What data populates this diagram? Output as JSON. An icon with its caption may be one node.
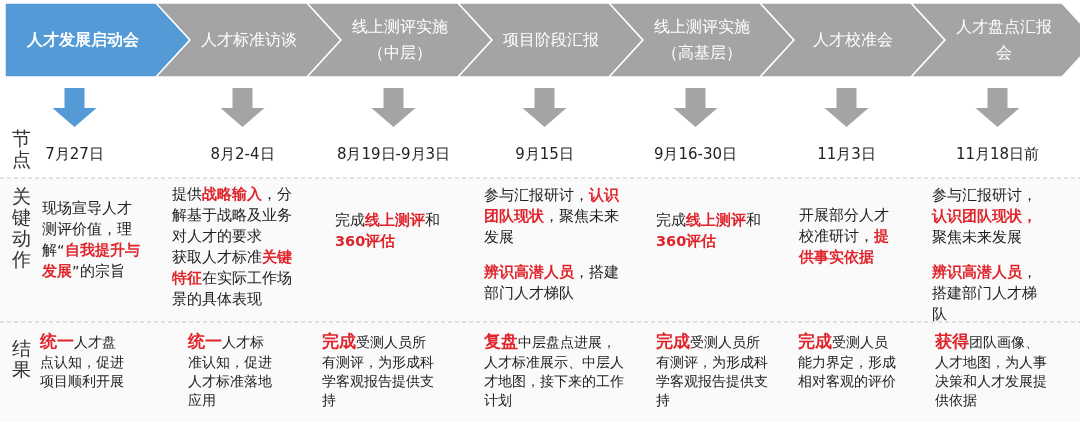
{
  "diagram": {
    "nodes": [
      {
        "text": [
          "人才发展启动会"
        ]
      },
      {
        "text": [
          "人才标准访谈"
        ]
      },
      {
        "text": [
          "线上测评实施（中层）"
        ]
      },
      {
        "text": [
          "项目阶段汇报"
        ]
      },
      {
        "text": [
          "线上测评实施（高基层）"
        ]
      },
      {
        "text": [
          "人才校准会"
        ]
      },
      {
        "text": [
          "人才盘点汇报会"
        ]
      }
    ],
    "labels": [
      "节点",
      "7月27日",
      "8月2-4日",
      "8月19日-9月3日",
      "9月15日",
      "9月16-30日",
      "11月3日",
      "11月18日前",
      "关键动作",
      "现场宣导人才测评价值，理解“**自我提升与发展**”的宗旨",
      "提供**战略输入**，分解基于战略及业务对人才的要求",
      "获取人才标准**关键特征**在实际工作场景的具体表现",
      "完成**线上测评**和**360评估**",
      "参与汇报研讨，**认识团队现状**，聚焦未来发展",
      "**辨识高潜人员**，搭建部门人才梯队",
      "完成**线上测评**和**360评估**",
      "开展部分人才校准研讨，**提供事实依据**",
      "参与汇报研讨，**认识团队现状，**聚焦未来发展",
      "**辨识高潜人员**，搭建部门人才梯队",
      "结果",
      "**统一**人才盘点认知，促进项目顺利开展",
      "**统一**人才标准认知，促进人才标准落地应用",
      "**完成**受测人员所有测评，为形成科学客观报告提供支持",
      "**复盘**中层盘点进展，人才标准展示、中层人才地图，接下来的工作计划",
      "**完成**受测人员所有测评，为形成科学客观报告提供支持",
      "**完成**受测人员能力界定，形成相对客观的评价",
      "**获得**团队画像、人才地图，为人事决策和人才发展提供依据"
    ]
  }
}
